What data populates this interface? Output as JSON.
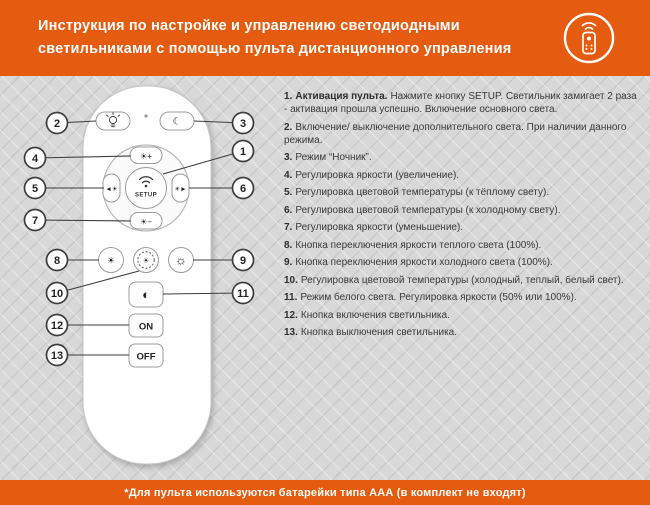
{
  "header": {
    "title_line1": "Инструкция по настройке и управлению светодиодными",
    "title_line2": "светильниками с помощью пульта дистанционного управления"
  },
  "colors": {
    "accent_orange": "#E55B0F",
    "panel_gray": "#D8D8D8",
    "text_dark": "#3A3A3A"
  },
  "remote": {
    "setup_label": "SETUP",
    "on_label": "ON",
    "off_label": "OFF"
  },
  "icons": {
    "moon-icon": "☾",
    "brightness-up-icon": "☀+",
    "brightness-down-icon": "☀−",
    "warm-temp-icon": "◄☀",
    "cold-temp-icon": "☀►",
    "warm-100-icon": "☀",
    "temp-cycle-icon": "☀",
    "cold-100-icon": "☼",
    "white-mode-icon": "◐"
  },
  "callouts": [
    "1",
    "2",
    "3",
    "4",
    "5",
    "6",
    "7",
    "8",
    "9",
    "10",
    "11",
    "12",
    "13"
  ],
  "instructions": [
    {
      "num": "1.",
      "lead": "Активация пульта.",
      "text": "Нажмите кнопку SETUP. Светильник замигает 2 раза - активация прошла успешно. Включение основного света."
    },
    {
      "num": "2.",
      "text": "Включение/ выключение дополнительного света. При наличии данного режима."
    },
    {
      "num": "3.",
      "text": "Режим “Ночник”."
    },
    {
      "num": "4.",
      "text": "Регулировка яркости (увеличение)."
    },
    {
      "num": "5.",
      "text": "Регулировка цветовой температуры (к тёплому свету)."
    },
    {
      "num": "6.",
      "text": "Регулировка цветовой температуры (к холодному свету)."
    },
    {
      "num": "7.",
      "text": "Регулировка яркости (уменьшение)."
    },
    {
      "num": "8.",
      "text": "Кнопка переключения яркости теплого света (100%)."
    },
    {
      "num": "9.",
      "text": "Кнопка переключения яркости холодного света (100%)."
    },
    {
      "num": "10.",
      "text": "Регулировка цветовой температуры (холодный, теплый, белый свет)."
    },
    {
      "num": "11.",
      "text": "Режим белого света. Регулировка яркости (50% или 100%)."
    },
    {
      "num": "12.",
      "text": "Кнопка включения светильника."
    },
    {
      "num": "13.",
      "text": "Кнопка выключения светильника."
    }
  ],
  "footer": {
    "note": "*Для пульта используются батарейки типа ААА (в комплект не входят)"
  }
}
